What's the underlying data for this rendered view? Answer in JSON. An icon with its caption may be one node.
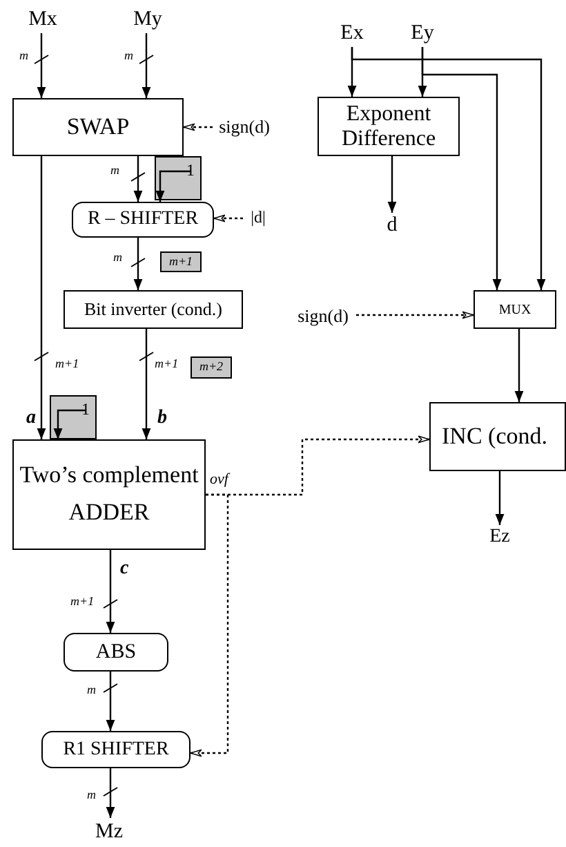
{
  "diagram": {
    "nodes": [
      {
        "text": [
          "Mx"
        ]
      },
      {
        "text": [
          "My"
        ]
      },
      {
        "text": [
          "SWAP"
        ]
      },
      {
        "text": [
          "sign(d)"
        ]
      },
      {
        "text": [
          "1"
        ]
      },
      {
        "text": [
          "R – SHIFTER"
        ]
      },
      {
        "text": [
          "|d|"
        ]
      },
      {
        "text": [
          "m+1"
        ]
      },
      {
        "text": [
          "Bit inverter (cond.)"
        ]
      },
      {
        "text": [
          "m+2"
        ]
      },
      {
        "text": [
          "1"
        ]
      },
      {
        "text": [
          "Two’s complement",
          "ADDER"
        ],
        "beside": [
          "ovf"
        ]
      },
      {
        "text": [
          "ABS"
        ]
      },
      {
        "text": [
          "R1 SHIFTER"
        ]
      },
      {
        "text": [
          "Mz"
        ]
      },
      {
        "text": [
          "Ex"
        ]
      },
      {
        "text": [
          "Ey"
        ]
      },
      {
        "text": [
          "Exponent Difference"
        ]
      },
      {
        "text": [
          "d"
        ]
      },
      {
        "text": [
          "sign(d)"
        ]
      },
      {
        "text": [
          "MUX"
        ]
      },
      {
        "text": [
          "INC (cond."
        ]
      },
      {
        "text": [
          "Ez"
        ]
      }
    ],
    "edges": [
      {
        "from": 0,
        "to": 2,
        "arrow": "to"
      },
      {
        "from": 1,
        "to": 2,
        "arrow": "to"
      },
      {
        "from": 3,
        "to": 2,
        "arrow": "to",
        "style": "dashed"
      },
      {
        "from": 2,
        "to": 5,
        "arrow": "to"
      },
      {
        "from": 4,
        "to": 5,
        "arrow": "to"
      },
      {
        "from": 6,
        "to": 5,
        "arrow": "to",
        "style": "dashed"
      },
      {
        "from": 5,
        "to": 8,
        "arrow": "to"
      },
      {
        "from": 2,
        "to": 11,
        "arrow": "to",
        "label": "a"
      },
      {
        "from": 10,
        "to": 11,
        "arrow": "to"
      },
      {
        "from": 8,
        "to": 11,
        "arrow": "to",
        "label": "b"
      },
      {
        "from": 11,
        "to": 12,
        "arrow": "to",
        "label": "c"
      },
      {
        "from": 11,
        "to": 21,
        "arrow": "to",
        "style": "dashed"
      },
      {
        "from": 11,
        "to": 13,
        "arrow": "to",
        "style": "dashed"
      },
      {
        "from": 12,
        "to": 13,
        "arrow": "to"
      },
      {
        "from": 13,
        "to": 14,
        "arrow": "to"
      },
      {
        "from": 15,
        "to": 17,
        "arrow": "to"
      },
      {
        "from": 16,
        "to": 17,
        "arrow": "to"
      },
      {
        "from": 15,
        "to": 20,
        "arrow": "to"
      },
      {
        "from": 16,
        "to": 20,
        "arrow": "to"
      },
      {
        "from": 17,
        "to": 18,
        "arrow": "to"
      },
      {
        "from": 19,
        "to": 20,
        "arrow": "to",
        "style": "dashed"
      },
      {
        "from": 20,
        "to": 21,
        "arrow": "to"
      },
      {
        "from": 21,
        "to": 22,
        "arrow": "to"
      }
    ],
    "labels": [
      "m",
      "m",
      "m",
      "m",
      "m+1",
      "m+1",
      "m+1",
      "m",
      "m"
    ]
  }
}
